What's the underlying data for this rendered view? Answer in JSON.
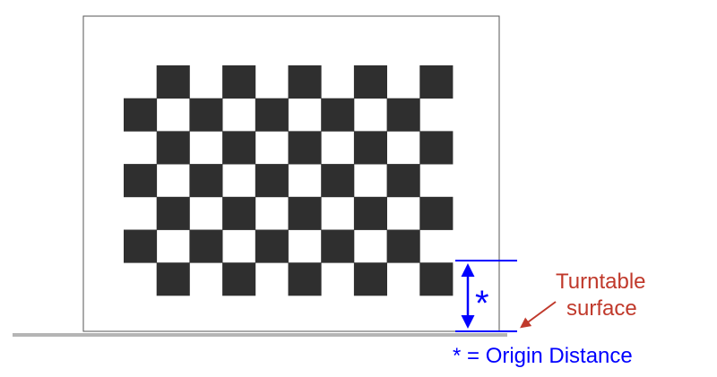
{
  "pattern": {
    "rows": 7,
    "cols": 10,
    "first_dark_col": 1,
    "square_color": "#2f2f2f"
  },
  "labels": {
    "distance_marker": "*",
    "surface_label_line1": "Turntable",
    "surface_label_line2": "surface",
    "origin_legend": "* = Origin Distance"
  },
  "colors": {
    "dimension_blue": "#0000ff",
    "annotation_red": "#c0392b",
    "surface_gray": "#b5b5b5",
    "board_border": "#555555"
  }
}
